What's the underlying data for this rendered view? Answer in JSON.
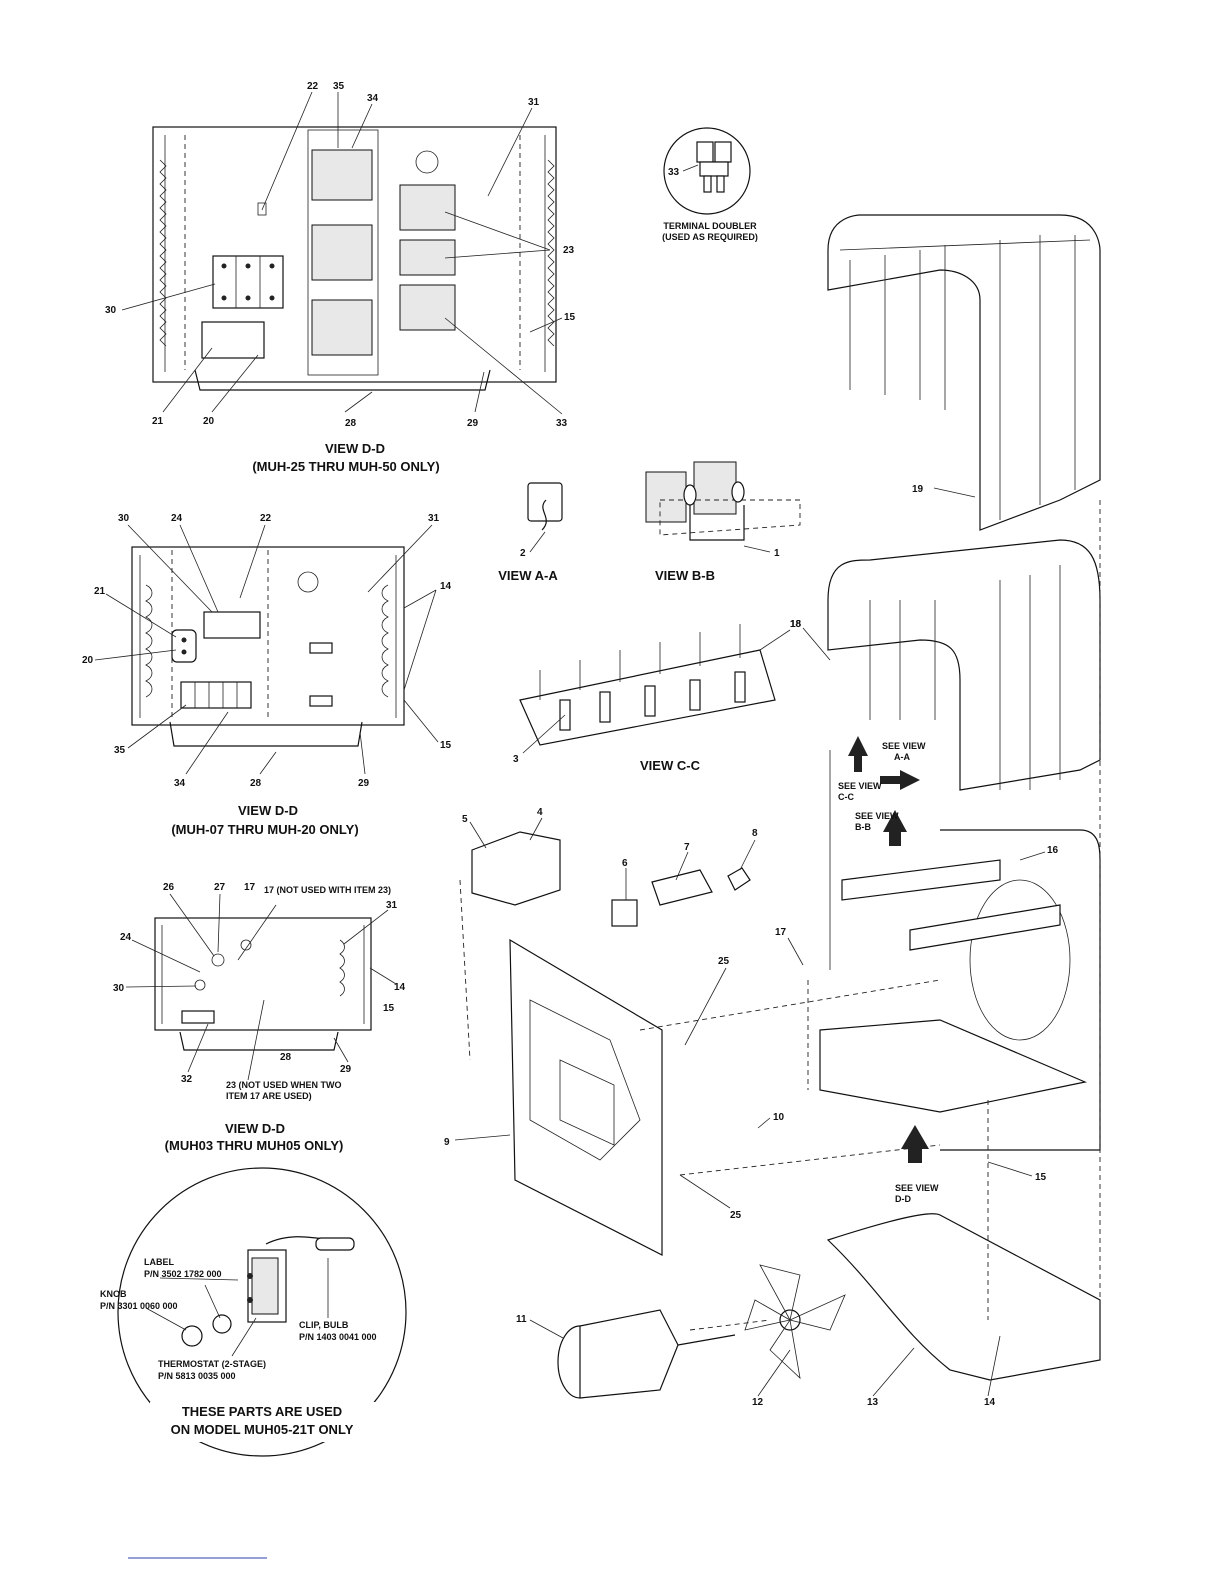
{
  "views": {
    "dd_large": {
      "title": "VIEW D-D",
      "subtitle": "(MUH-25 THRU MUH-50 ONLY)",
      "callouts": [
        "22",
        "35",
        "34",
        "31",
        "23",
        "30",
        "15",
        "21",
        "20",
        "28",
        "29",
        "33"
      ]
    },
    "dd_medium": {
      "title": "VIEW D-D",
      "subtitle": "(MUH-07 THRU MUH-20 ONLY)",
      "callouts": [
        "30",
        "24",
        "22",
        "31",
        "14",
        "21",
        "20",
        "35",
        "34",
        "28",
        "29",
        "15"
      ]
    },
    "dd_small": {
      "title": "VIEW D-D",
      "subtitle": "(MUH03 THRU MUH05 ONLY)",
      "callouts": [
        "26",
        "27",
        "17",
        "31",
        "24",
        "30",
        "14",
        "15",
        "32",
        "28",
        "29"
      ],
      "note_17": "17 (NOT USED WITH ITEM 23)",
      "note_23a": "23 (NOT USED WHEN TWO",
      "note_23b": "ITEM 17 ARE USED)"
    },
    "aa": {
      "title": "VIEW A-A",
      "callout": "2"
    },
    "bb": {
      "title": "VIEW B-B",
      "callout": "1"
    },
    "cc": {
      "title": "VIEW C-C",
      "callouts": [
        "3",
        "18"
      ]
    }
  },
  "terminal_doubler": {
    "callout": "33",
    "line1": "TERMINAL DOUBLER",
    "line2": "(USED AS REQUIRED)"
  },
  "thermostat_inset": {
    "label_line1": "LABEL",
    "label_line2": "P/N 3502 1782 000",
    "knob_line1": "KNOB",
    "knob_line2": "P/N 3301 0060 000",
    "clip_line1": "CLIP, BULB",
    "clip_line2": "P/N 1403 0041 000",
    "thermo_line1": "THERMOSTAT (2-STAGE)",
    "thermo_line2": "P/N 5813 0035 000",
    "footer_line1": "THESE PARTS ARE USED",
    "footer_line2": "ON MODEL MUH05-21T ONLY"
  },
  "exploded": {
    "callouts": [
      "19",
      "18",
      "4",
      "5",
      "6",
      "7",
      "8",
      "16",
      "17",
      "25",
      "9",
      "10",
      "15",
      "25",
      "11",
      "12",
      "13",
      "14"
    ],
    "see_view_aa": [
      "SEE VIEW",
      "A-A"
    ],
    "see_view_cc": [
      "SEE VIEW",
      "C-C"
    ],
    "see_view_bb": [
      "SEE VIEW",
      "B-B"
    ],
    "see_view_dd": [
      "SEE VIEW",
      "D-D"
    ]
  }
}
